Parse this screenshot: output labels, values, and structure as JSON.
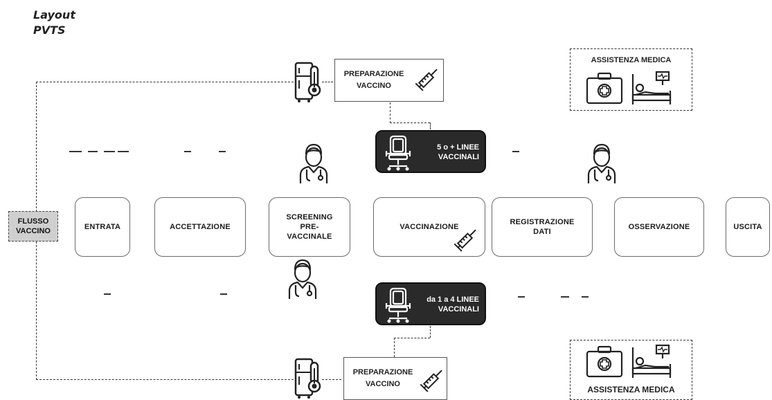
{
  "title": {
    "line1": "Layout",
    "line2": "PVTS"
  },
  "flow": {
    "flusso_label": "FLUSSO\nVACCINO"
  },
  "steps": [
    {
      "id": "entrata",
      "label": "ENTRATA"
    },
    {
      "id": "accettazione",
      "label": "ACCETTAZIONE"
    },
    {
      "id": "screening",
      "label": "SCREENING\nPRE-\nVACCINALE"
    },
    {
      "id": "vaccinazione",
      "label": "VACCINAZIONE"
    },
    {
      "id": "registrazione",
      "label": "REGISTRAZIONE\nDATI"
    },
    {
      "id": "osservazione",
      "label": "OSSERVAZIONE"
    },
    {
      "id": "uscita",
      "label": "USCITA"
    }
  ],
  "prep_top": {
    "label": "PREPARAZIONE\nVACCINO"
  },
  "prep_bottom": {
    "label": "PREPARAZIONE\nVACCINO"
  },
  "lines_top": {
    "label": "5 o + LINEE\nVACCINALI"
  },
  "lines_bottom": {
    "label": "da 1 a 4 LINEE\nVACCINALI"
  },
  "assist_top": {
    "label": "ASSISTENZA MEDICA"
  },
  "assist_bottom": {
    "label": "ASSISTENZA MEDICA"
  },
  "icons": {
    "doctor": "doctor-icon",
    "fridge": "thermometer-fridge-icon",
    "syringe": "syringe-icon",
    "chair": "vaccination-chair-icon",
    "medkit": "medical-kit-icon",
    "bed": "patient-bed-icon"
  }
}
